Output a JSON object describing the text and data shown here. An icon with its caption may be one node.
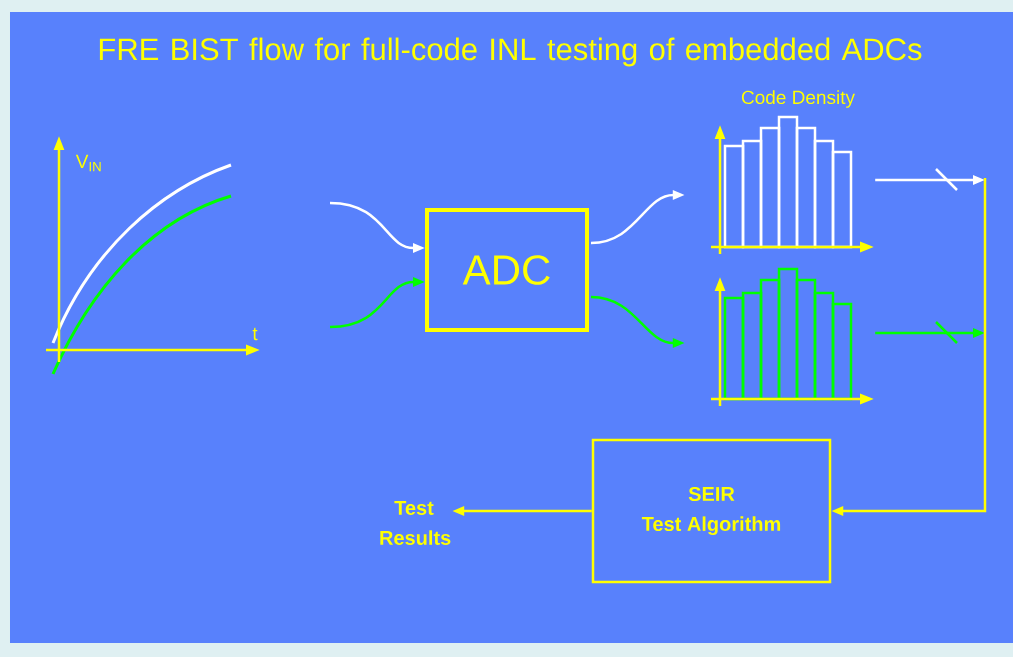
{
  "diagram": {
    "title": "FRE BIST flow for full-code INL testing of embedded ADCs",
    "nodes": [
      {
        "text": [
          "ADC"
        ]
      },
      {
        "text": [],
        "shape": "picture",
        "beside": [
          "Code Density"
        ]
      },
      {
        "text": [],
        "shape": "picture"
      },
      {
        "text": [
          "SEIR",
          "Test Algorithm"
        ]
      },
      {
        "text": [
          "Test Results"
        ]
      }
    ],
    "edges": [
      {
        "from": null,
        "to": 0,
        "arrow": "to",
        "color": "#ffffff"
      },
      {
        "from": null,
        "to": 0,
        "arrow": "to",
        "color": "#00ff00"
      },
      {
        "from": 0,
        "to": 1,
        "arrow": "to",
        "color": "#ffffff"
      },
      {
        "from": 0,
        "to": 2,
        "arrow": "to",
        "color": "#00ff00"
      },
      {
        "from": 1,
        "to": null,
        "arrow": "to",
        "color": "#ffffff"
      },
      {
        "from": 2,
        "to": null,
        "arrow": "to",
        "color": "#00ff00"
      },
      {
        "from": null,
        "to": 3,
        "arrow": "to",
        "color": "#ffff00"
      },
      {
        "from": 3,
        "to": 4,
        "arrow": "to",
        "color": "#ffff00"
      }
    ],
    "labels": [
      "V$_{IN}$",
      "t"
    ]
  }
}
